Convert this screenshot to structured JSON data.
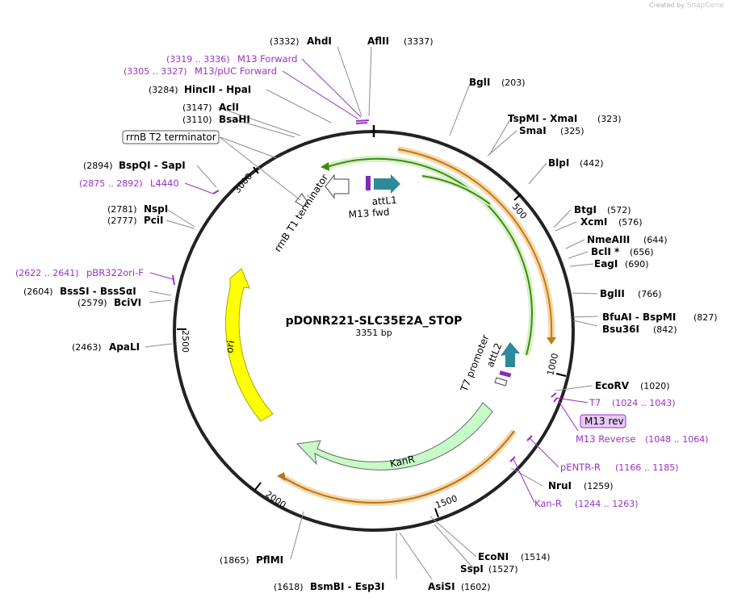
{
  "watermark": {
    "prefix": "Created by",
    "brand": "SnapGene"
  },
  "plasmid": {
    "name": "pDONR221-SLC35E2A_STOP",
    "size_label": "3351 bp",
    "length": 3351
  },
  "ticks": [
    "500",
    "1000",
    "1500",
    "2000",
    "2500",
    "3000"
  ],
  "features": {
    "attL1": "attL1",
    "m13fwd": "M13 fwd",
    "rrnb_t1": "rrnB T1 terminator",
    "rrnb_t2": "rrnB T2 terminator",
    "ori": "ori",
    "kanr": "KanR",
    "attL2": "attL2",
    "t7promoter": "T7 promoter",
    "m13rev": "M13 rev"
  },
  "enzymes": [
    {
      "id": "ahdi",
      "name": "AhdI",
      "pos": "(3332)"
    },
    {
      "id": "aflii",
      "name": "AflII",
      "pos": "(3337)"
    },
    {
      "id": "hincii",
      "name": "HincII  - HpaI",
      "pos": "(3284)"
    },
    {
      "id": "acii",
      "name": "AclI",
      "pos": "(3147)"
    },
    {
      "id": "bsahi",
      "name": "BsaHI",
      "pos": "(3110)"
    },
    {
      "id": "bspqi",
      "name": "BspQI  - SapI",
      "pos": "(2894)"
    },
    {
      "id": "nspi",
      "name": "NspI",
      "pos": "(2781)"
    },
    {
      "id": "pcii",
      "name": "PciI",
      "pos": "(2777)"
    },
    {
      "id": "bsssi",
      "name": "BssSI  - BssSαI",
      "pos": "(2604)"
    },
    {
      "id": "bcivi",
      "name": "BciVI",
      "pos": "(2579)"
    },
    {
      "id": "apali",
      "name": "ApaLI",
      "pos": "(2463)"
    },
    {
      "id": "pflmi",
      "name": "PflMI",
      "pos": "(1865)"
    },
    {
      "id": "bsmbi",
      "name": "BsmBI  - Esp3I",
      "pos": "(1618)"
    },
    {
      "id": "asisi",
      "name": "AsiSI",
      "pos": "(1602)"
    },
    {
      "id": "sspi",
      "name": "SspI",
      "pos": "(1527)"
    },
    {
      "id": "econi",
      "name": "EcoNI",
      "pos": "(1514)"
    },
    {
      "id": "nrui",
      "name": "NruI",
      "pos": "(1259)"
    },
    {
      "id": "ecorv",
      "name": "EcoRV",
      "pos": "(1020)"
    },
    {
      "id": "bsu36i",
      "name": "Bsu36I",
      "pos": "(842)"
    },
    {
      "id": "bfuai",
      "name": "BfuAI  - BspMI",
      "pos": "(827)"
    },
    {
      "id": "bglii",
      "name": "BglII",
      "pos": "(766)"
    },
    {
      "id": "eagi",
      "name": "EagI",
      "pos": "(690)"
    },
    {
      "id": "bcli",
      "name": "BclI *",
      "pos": "(656)"
    },
    {
      "id": "nmeaiii",
      "name": "NmeAIII",
      "pos": "(644)"
    },
    {
      "id": "xcmi",
      "name": "XcmI",
      "pos": "(576)"
    },
    {
      "id": "btgi",
      "name": "BtgI",
      "pos": "(572)"
    },
    {
      "id": "blpi",
      "name": "BlpI",
      "pos": "(442)"
    },
    {
      "id": "smai",
      "name": "SmaI",
      "pos": "(325)"
    },
    {
      "id": "tspmi",
      "name": "TspMI  - XmaI",
      "pos": "(323)"
    },
    {
      "id": "bgli",
      "name": "BglI",
      "pos": "(203)"
    }
  ],
  "primers": [
    {
      "id": "m13forward",
      "name": "M13 Forward",
      "pos": "(3319 .. 3336)"
    },
    {
      "id": "m13pucforward",
      "name": "M13/pUC Forward",
      "pos": "(3305 .. 3327)"
    },
    {
      "id": "l4440",
      "name": "L4440",
      "pos": "(2875 .. 2892)"
    },
    {
      "id": "pbr322ori",
      "name": "pBR322ori-F",
      "pos": "(2622 .. 2641)"
    },
    {
      "id": "t7",
      "name": "T7",
      "pos": "(1024 .. 1043)"
    },
    {
      "id": "m13reverse",
      "name": "M13 Reverse",
      "pos": "(1048 .. 1064)"
    },
    {
      "id": "pentrr",
      "name": "pENTR-R",
      "pos": "(1166 .. 1185)"
    },
    {
      "id": "kanr",
      "name": "Kan-R",
      "pos": "(1244 .. 1263)"
    }
  ],
  "colors": {
    "backbone": "#222222",
    "enzyme_text": "#000000",
    "primer": "#9a30c8",
    "ori": "#ffff00",
    "kanr": "#c6fac6",
    "att": "#2d8a99",
    "green_arc": "#3c8c12",
    "orange_arc": "#c07a1a"
  }
}
